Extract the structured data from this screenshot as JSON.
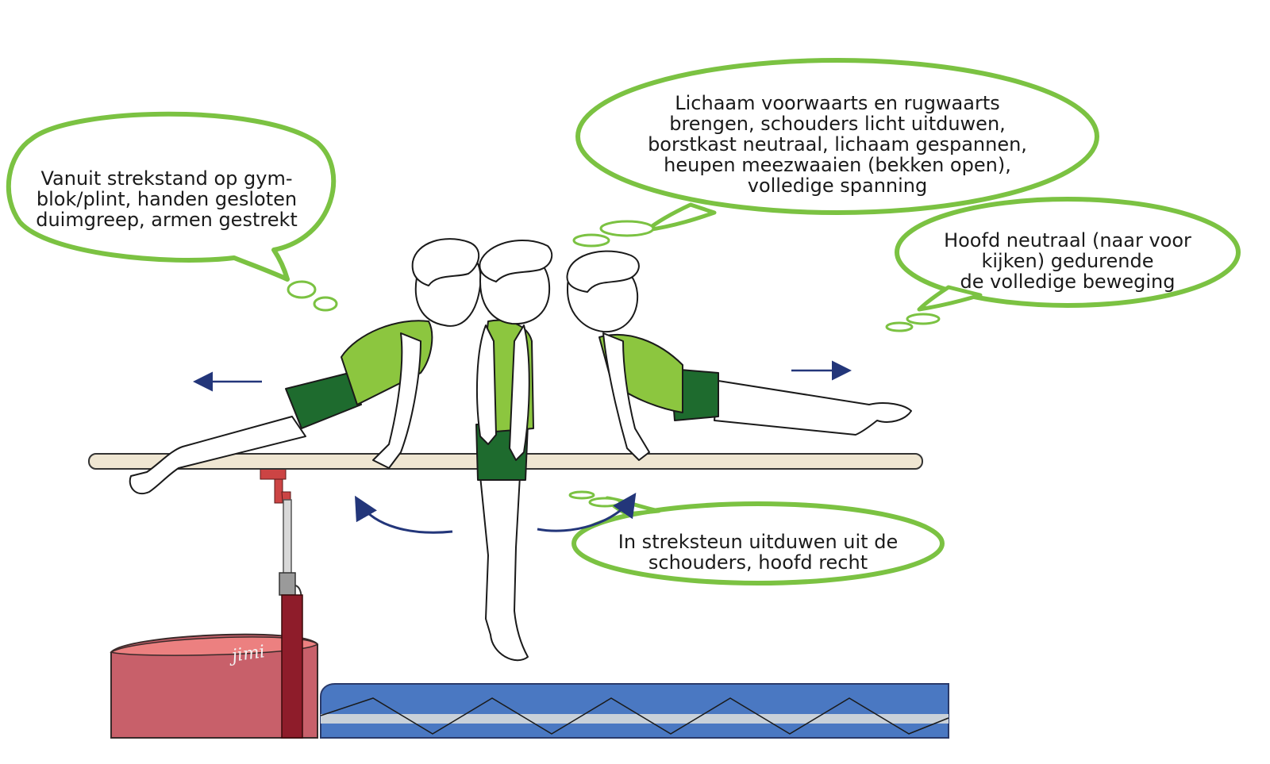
{
  "bubbles": {
    "start": {
      "lines": [
        "Vanuit strekstand op gym-",
        "blok/plint, handen gesloten",
        "duimgreep, armen gestrekt"
      ]
    },
    "body": {
      "lines": [
        "Lichaam voorwaarts en rugwaarts",
        "brengen, schouders licht uitduwen,",
        "borstkast neutraal, lichaam gespannen,",
        "heupen meezwaaien (bekken open),",
        "volledige spanning"
      ]
    },
    "head": {
      "lines": [
        "Hoofd neutraal (naar voor",
        "kijken) gedurende",
        "de volledige beweging"
      ]
    },
    "support": {
      "lines": [
        "In streksteun uitduwen uit de",
        "schouders, hoofd recht"
      ]
    }
  },
  "signature": "jimi",
  "colors": {
    "bubble_outline": "#7bc242",
    "arrow": "#23367a",
    "shirt": "#8cc63f",
    "shorts": "#1e6b2e",
    "block": "#c8606a",
    "block_top": "#ec8080",
    "mat": "#4a78c2",
    "mat_stripe": "#c9d1d9",
    "pole": "#8e1c2a",
    "bar": "#efe6d2"
  }
}
